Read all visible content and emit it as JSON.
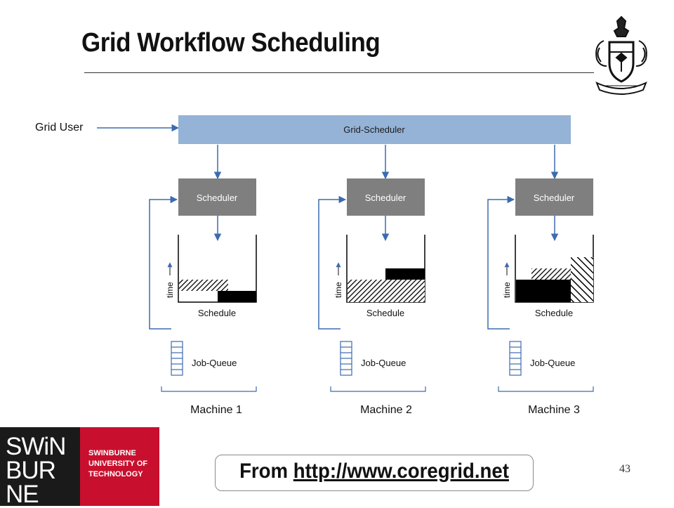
{
  "slide": {
    "title": "Grid Workflow Scheduling",
    "page_number": "43"
  },
  "diagram": {
    "grid_user": "Grid User",
    "grid_scheduler": "Grid-Scheduler",
    "machines": [
      {
        "scheduler": "Scheduler",
        "time": "time",
        "schedule": "Schedule",
        "job_queue": "Job-Queue",
        "machine": "Machine 1"
      },
      {
        "scheduler": "Scheduler",
        "time": "time",
        "schedule": "Schedule",
        "job_queue": "Job-Queue",
        "machine": "Machine 2"
      },
      {
        "scheduler": "Scheduler",
        "time": "time",
        "schedule": "Schedule",
        "job_queue": "Job-Queue",
        "machine": "Machine 3"
      }
    ]
  },
  "footer": {
    "prefix": "From ",
    "link": "http://www.coregrid.net"
  },
  "logo": {
    "word_lines": [
      "SWiN",
      "BUR",
      "NE"
    ],
    "university_lines": [
      "SWINBURNE",
      "UNIVERSITY OF",
      "TECHNOLOGY"
    ]
  },
  "colors": {
    "grid_scheduler_fill": "#95b3d7",
    "scheduler_fill": "#7f7f7f",
    "arrow": "#3c6bb0",
    "logo_red": "#c8102e",
    "logo_black": "#1a1a1a"
  }
}
